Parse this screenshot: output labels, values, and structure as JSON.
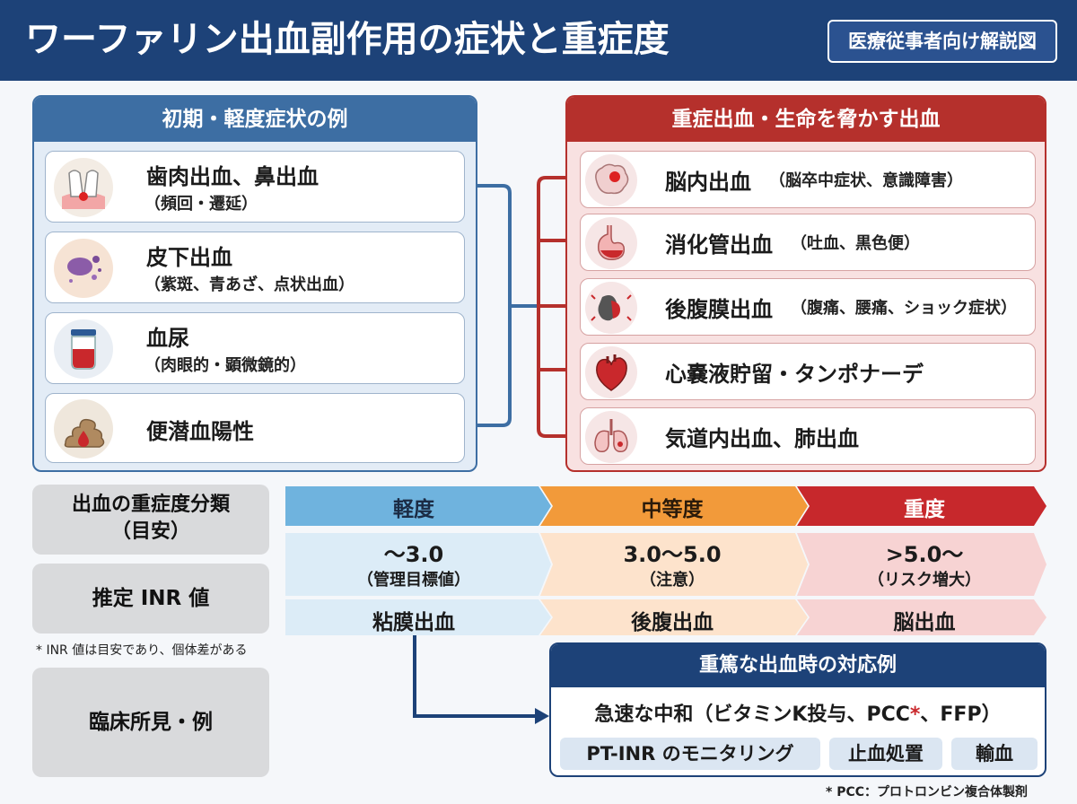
{
  "header": {
    "title": "ワーファリン出血副作用の症状と重症度",
    "badge": "医療従事者向け解説図"
  },
  "colors": {
    "navy": "#1d4278",
    "blue": "#3d6ea3",
    "red": "#b5302c",
    "mild": "#6fb3de",
    "moderate": "#f29a3a",
    "severe": "#c7282c"
  },
  "left_panel": {
    "title": "初期・軽度症状の例",
    "items": [
      {
        "main": "歯肉出血、鼻出血",
        "sub": "（頻回・遷延）",
        "icon": "tooth-icon"
      },
      {
        "main": "皮下出血",
        "sub": "（紫斑、青あざ、点状出血）",
        "icon": "bruise-icon"
      },
      {
        "main": "血尿",
        "sub": "（肉眼的・顕微鏡的）",
        "icon": "urine-cup-icon"
      },
      {
        "main": "便潜血陽性",
        "sub": "",
        "icon": "stool-icon"
      }
    ]
  },
  "right_panel": {
    "title": "重症出血・生命を脅かす出血",
    "items": [
      {
        "main": "脳内出血",
        "sub": "（脳卒中症状、意識障害）",
        "icon": "brain-icon"
      },
      {
        "main": "消化管出血",
        "sub": "（吐血、黒色便）",
        "icon": "stomach-icon"
      },
      {
        "main": "後腹膜出血",
        "sub": "（腹痛、腰痛、ショック症状）",
        "icon": "kidney-icon"
      },
      {
        "main": "心嚢液貯留・タンポナーデ",
        "sub": "",
        "icon": "heart-icon"
      },
      {
        "main": "気道内出血、肺出血",
        "sub": "",
        "icon": "lungs-icon"
      }
    ]
  },
  "severity": {
    "row_labels": {
      "classification": "出血の重症度分類\n（目安）",
      "inr": "推定 INR 値",
      "findings": "臨床所見・例"
    },
    "note": "* INR 値は目安であり、個体差がある",
    "levels": [
      {
        "name": "軽度",
        "inr": "～3.0",
        "inr_note": "（管理目標値）",
        "finding": "粘膜出血"
      },
      {
        "name": "中等度",
        "inr": "3.0～5.0",
        "inr_note": "（注意）",
        "finding": "後腹出血"
      },
      {
        "name": "重度",
        "inr": ">5.0～",
        "inr_note": "（リスク増大）",
        "finding": "脳出血"
      }
    ]
  },
  "response": {
    "title": "重篤な出血時の対応例",
    "main_prefix": "急速な中和（ビタミンK投与、PCC",
    "main_star": "*",
    "main_suffix": "、FFP）",
    "pills": [
      "PT-INR のモニタリング",
      "止血処置",
      "輸血"
    ]
  },
  "footnote": "* PCC：プロトロンビン複合体製剤"
}
